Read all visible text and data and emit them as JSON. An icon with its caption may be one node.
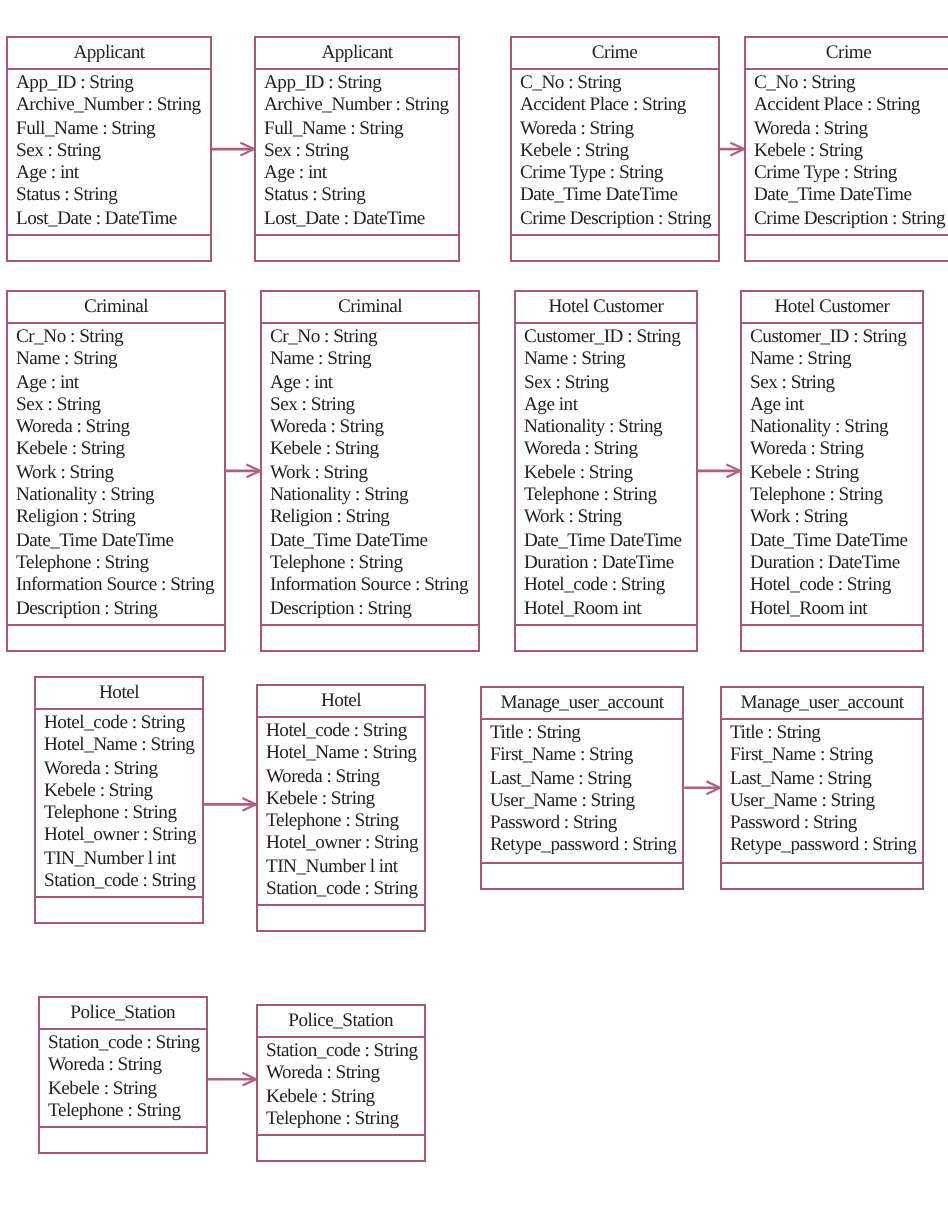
{
  "diagram": {
    "nodes": [
      {
        "text": [
          "Applicant",
          "App_ID : String",
          "Archive_Number : String",
          "Full_Name : String",
          "Sex : String",
          "Age : int",
          "Status : String",
          "Lost_Date : DateTime"
        ]
      },
      {
        "text": [
          "Applicant",
          "App_ID : String",
          "Archive_Number : String",
          "Full_Name : String",
          "Sex : String",
          "Age : int",
          "Status : String",
          "Lost_Date : DateTime"
        ]
      },
      {
        "text": [
          "Crime",
          "C_No : String",
          "Accident Place : String",
          "Woreda : String",
          "Kebele : String",
          "Crime Type : String",
          "Date_Time DateTime",
          "Crime Description : String"
        ]
      },
      {
        "text": [
          "Crime",
          "C_No : String",
          "Accident Place : String",
          "Woreda : String",
          "Kebele : String",
          "Crime Type : String",
          "Date_Time DateTime",
          "Crime Description : String"
        ]
      },
      {
        "text": [
          "Criminal",
          "Cr_No : String",
          "Name : String",
          "Age : int",
          "Sex : String",
          "Woreda : String",
          "Kebele : String",
          "Work : String",
          "Nationality : String",
          "Religion : String",
          "Date_Time DateTime",
          "Telephone : String",
          "Information Source : String",
          "Description : String"
        ]
      },
      {
        "text": [
          "Criminal",
          "Cr_No : String",
          "Name : String",
          "Age : int",
          "Sex : String",
          "Woreda : String",
          "Kebele : String",
          "Work : String",
          "Nationality : String",
          "Religion : String",
          "Date_Time DateTime",
          "Telephone : String",
          "Information Source : String",
          "Description : String"
        ]
      },
      {
        "text": [
          "Hotel Customer",
          "Customer_ID : String",
          "Name : String",
          "Sex : String",
          "Age int",
          "Nationality : String",
          "Woreda : String",
          "Kebele : String",
          "Telephone : String",
          "Work : String",
          "Date_Time DateTime",
          "Duration : DateTime",
          "Hotel_code : String",
          "Hotel_Room int"
        ]
      },
      {
        "text": [
          "Hotel Customer",
          "Customer_ID : String",
          "Name : String",
          "Sex : String",
          "Age int",
          "Nationality : String",
          "Woreda : String",
          "Kebele : String",
          "Telephone : String",
          "Work : String",
          "Date_Time DateTime",
          "Duration : DateTime",
          "Hotel_code : String",
          "Hotel_Room int"
        ]
      },
      {
        "text": [
          "Hotel",
          "Hotel_code : String",
          "Hotel_Name : String",
          "Woreda : String",
          "Kebele : String",
          "Telephone : String",
          "Hotel_owner : String",
          "TIN_Number l int",
          "Station_code : String"
        ]
      },
      {
        "text": [
          "Hotel",
          "Hotel_code : String",
          "Hotel_Name : String",
          "Woreda : String",
          "Kebele : String",
          "Telephone : String",
          "Hotel_owner : String",
          "TIN_Number l int",
          "Station_code : String"
        ]
      },
      {
        "text": [
          "Manage_user_account",
          "Title : String",
          "First_Name : String",
          "Last_Name : String",
          "User_Name : String",
          "Password : String",
          "Retype_password : String"
        ]
      },
      {
        "text": [
          "Manage_user_account",
          "Title : String",
          "First_Name : String",
          "Last_Name : String",
          "User_Name : String",
          "Password : String",
          "Retype_password : String"
        ]
      },
      {
        "text": [
          "Police_Station",
          "Station_code : String",
          "Woreda : String",
          "Kebele : String",
          "Telephone : String"
        ]
      },
      {
        "text": [
          "Police_Station",
          "Station_code : String",
          "Woreda : String",
          "Kebele : String",
          "Telephone : String"
        ]
      }
    ],
    "edges": [
      {
        "from": 0,
        "to": 1,
        "arrow": "to"
      },
      {
        "from": 2,
        "to": 3,
        "arrow": "to"
      },
      {
        "from": 4,
        "to": 5,
        "arrow": "to"
      },
      {
        "from": 6,
        "to": 7,
        "arrow": "to"
      },
      {
        "from": 8,
        "to": 9,
        "arrow": "to"
      },
      {
        "from": 10,
        "to": 11,
        "arrow": "to"
      },
      {
        "from": 12,
        "to": 13,
        "arrow": "to"
      }
    ]
  }
}
